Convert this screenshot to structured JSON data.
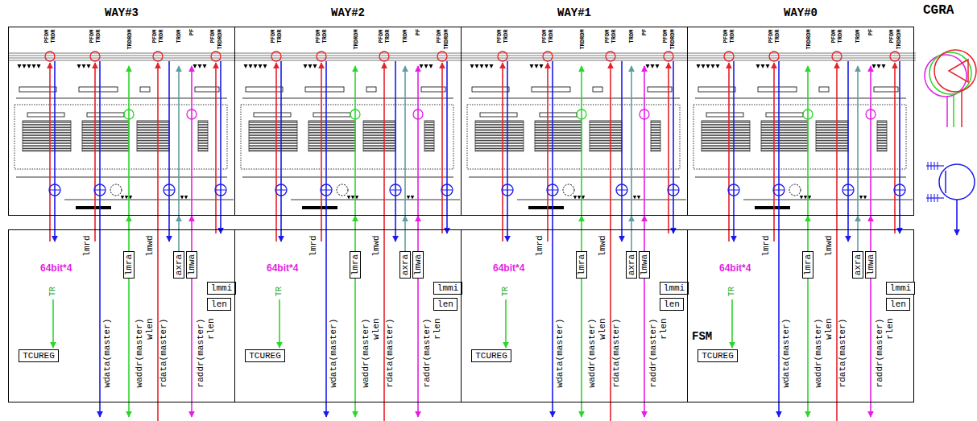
{
  "diagram": {
    "nodes": [
      {
        "text": [
          "WAY#3"
        ]
      },
      {
        "text": [
          "64bit*4"
        ]
      },
      {
        "text": [
          "TCUREG"
        ],
        "in": 1
      },
      {
        "text": [
          "lmra"
        ],
        "in": 1
      },
      {
        "text": [
          "axra"
        ],
        "in": 1
      },
      {
        "text": [
          "lmwa"
        ],
        "in": 1
      },
      {
        "text": [
          "lmmi"
        ],
        "in": 1
      },
      {
        "text": [
          "len"
        ],
        "in": 1
      },
      {
        "text": [
          "WAY#2"
        ]
      },
      {
        "text": [
          "64bit*4"
        ]
      },
      {
        "text": [
          "TCUREG"
        ],
        "in": 9
      },
      {
        "text": [
          "lmra"
        ],
        "in": 9
      },
      {
        "text": [
          "axra"
        ],
        "in": 9
      },
      {
        "text": [
          "lmwa"
        ],
        "in": 9
      },
      {
        "text": [
          "lmmi"
        ],
        "in": 9
      },
      {
        "text": [
          "len"
        ],
        "in": 9
      },
      {
        "text": [
          "WAY#1"
        ]
      },
      {
        "text": [
          "64bit*4"
        ]
      },
      {
        "text": [
          "TCUREG"
        ],
        "in": 17
      },
      {
        "text": [
          "lmra"
        ],
        "in": 17
      },
      {
        "text": [
          "axra"
        ],
        "in": 17
      },
      {
        "text": [
          "lmwa"
        ],
        "in": 17
      },
      {
        "text": [
          "lmmi"
        ],
        "in": 17
      },
      {
        "text": [
          "len"
        ],
        "in": 17
      },
      {
        "text": [
          "WAY#0"
        ]
      },
      {
        "text": [
          "64bit*4"
        ]
      },
      {
        "text": [
          "TCUREG"
        ],
        "in": 25
      },
      {
        "text": [
          "lmra"
        ],
        "in": 25
      },
      {
        "text": [
          "axra"
        ],
        "in": 25
      },
      {
        "text": [
          "lmwa"
        ],
        "in": 25
      },
      {
        "text": [
          "lmmi"
        ],
        "in": 25
      },
      {
        "text": [
          "len"
        ],
        "in": 25
      }
    ],
    "edges": [
      {
        "from": 3,
        "to": 0,
        "arrow": "to"
      },
      {
        "from": 4,
        "to": 0,
        "arrow": "to"
      },
      {
        "from": 5,
        "to": 0,
        "arrow": "to"
      },
      {
        "from": 11,
        "to": 8,
        "arrow": "to"
      },
      {
        "from": 12,
        "to": 8,
        "arrow": "to"
      },
      {
        "from": 13,
        "to": 8,
        "arrow": "to"
      },
      {
        "from": 19,
        "to": 16,
        "arrow": "to"
      },
      {
        "from": 20,
        "to": 16,
        "arrow": "to"
      },
      {
        "from": 21,
        "to": 16,
        "arrow": "to"
      },
      {
        "from": 27,
        "to": 24,
        "arrow": "to"
      },
      {
        "from": 28,
        "to": 24,
        "arrow": "to"
      },
      {
        "from": 29,
        "to": 24,
        "arrow": "to"
      }
    ],
    "labels": [
      "CGRA",
      "PFDM",
      "TRDR",
      "PFDM",
      "TRDR",
      "TRDRDM",
      "PFDM",
      "TRDR",
      "TRDM",
      "PF",
      "PFDM",
      "TRDRDM",
      "TR",
      "lmrd",
      "lmwd",
      "wdata(master)",
      "waddr(master)",
      "wlen",
      "rdata(master)",
      "raddr(master)",
      "rlen",
      "PFDM",
      "TRDR",
      "PFDM",
      "TRDR",
      "TRDRDM",
      "PFDM",
      "TRDR",
      "TRDM",
      "PF",
      "PFDM",
      "TRDRDM",
      "TR",
      "lmrd",
      "lmwd",
      "wdata(master)",
      "waddr(master)",
      "wlen",
      "rdata(master)",
      "raddr(master)",
      "rlen",
      "PFDM",
      "TRDR",
      "PFDM",
      "TRDR",
      "TRDRDM",
      "PFDM",
      "TRDR",
      "TRDM",
      "PF",
      "PFDM",
      "TRDRDM",
      "TR",
      "lmrd",
      "lmwd",
      "wdata(master)",
      "waddr(master)",
      "wlen",
      "rdata(master)",
      "raddr(master)",
      "rlen",
      "PFDM",
      "TRDR",
      "PFDM",
      "TRDR",
      "TRDRDM",
      "PFDM",
      "TRDR",
      "TRDM",
      "PF",
      "PFDM",
      "TRDRDM",
      "TR",
      "lmrd",
      "lmwd",
      "wdata(master)",
      "waddr(master)",
      "wlen",
      "rdata(master)",
      "raddr(master)",
      "rlen",
      "FSM"
    ]
  }
}
